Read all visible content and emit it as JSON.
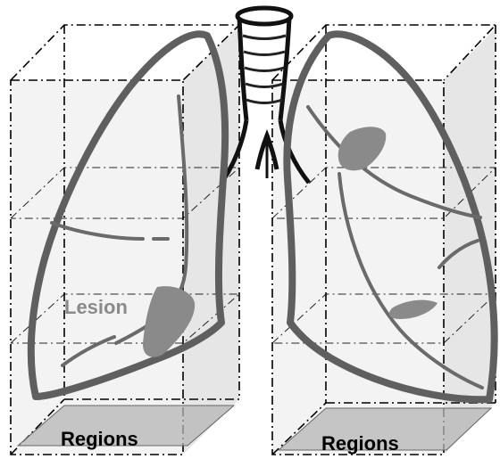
{
  "labels": {
    "lesion": "Lesion",
    "region_left": "Regions",
    "region_right": "Regions"
  },
  "colors": {
    "lung_outline": "#5f5f5f",
    "lesion_fill": "#8a8a8a",
    "box_edge": "#000000",
    "box_shade": "#9a9a9a",
    "floor_shade": "#b5b5b5"
  },
  "icons": {
    "trachea": "trachea-icon",
    "lungs": "lung-icon"
  }
}
